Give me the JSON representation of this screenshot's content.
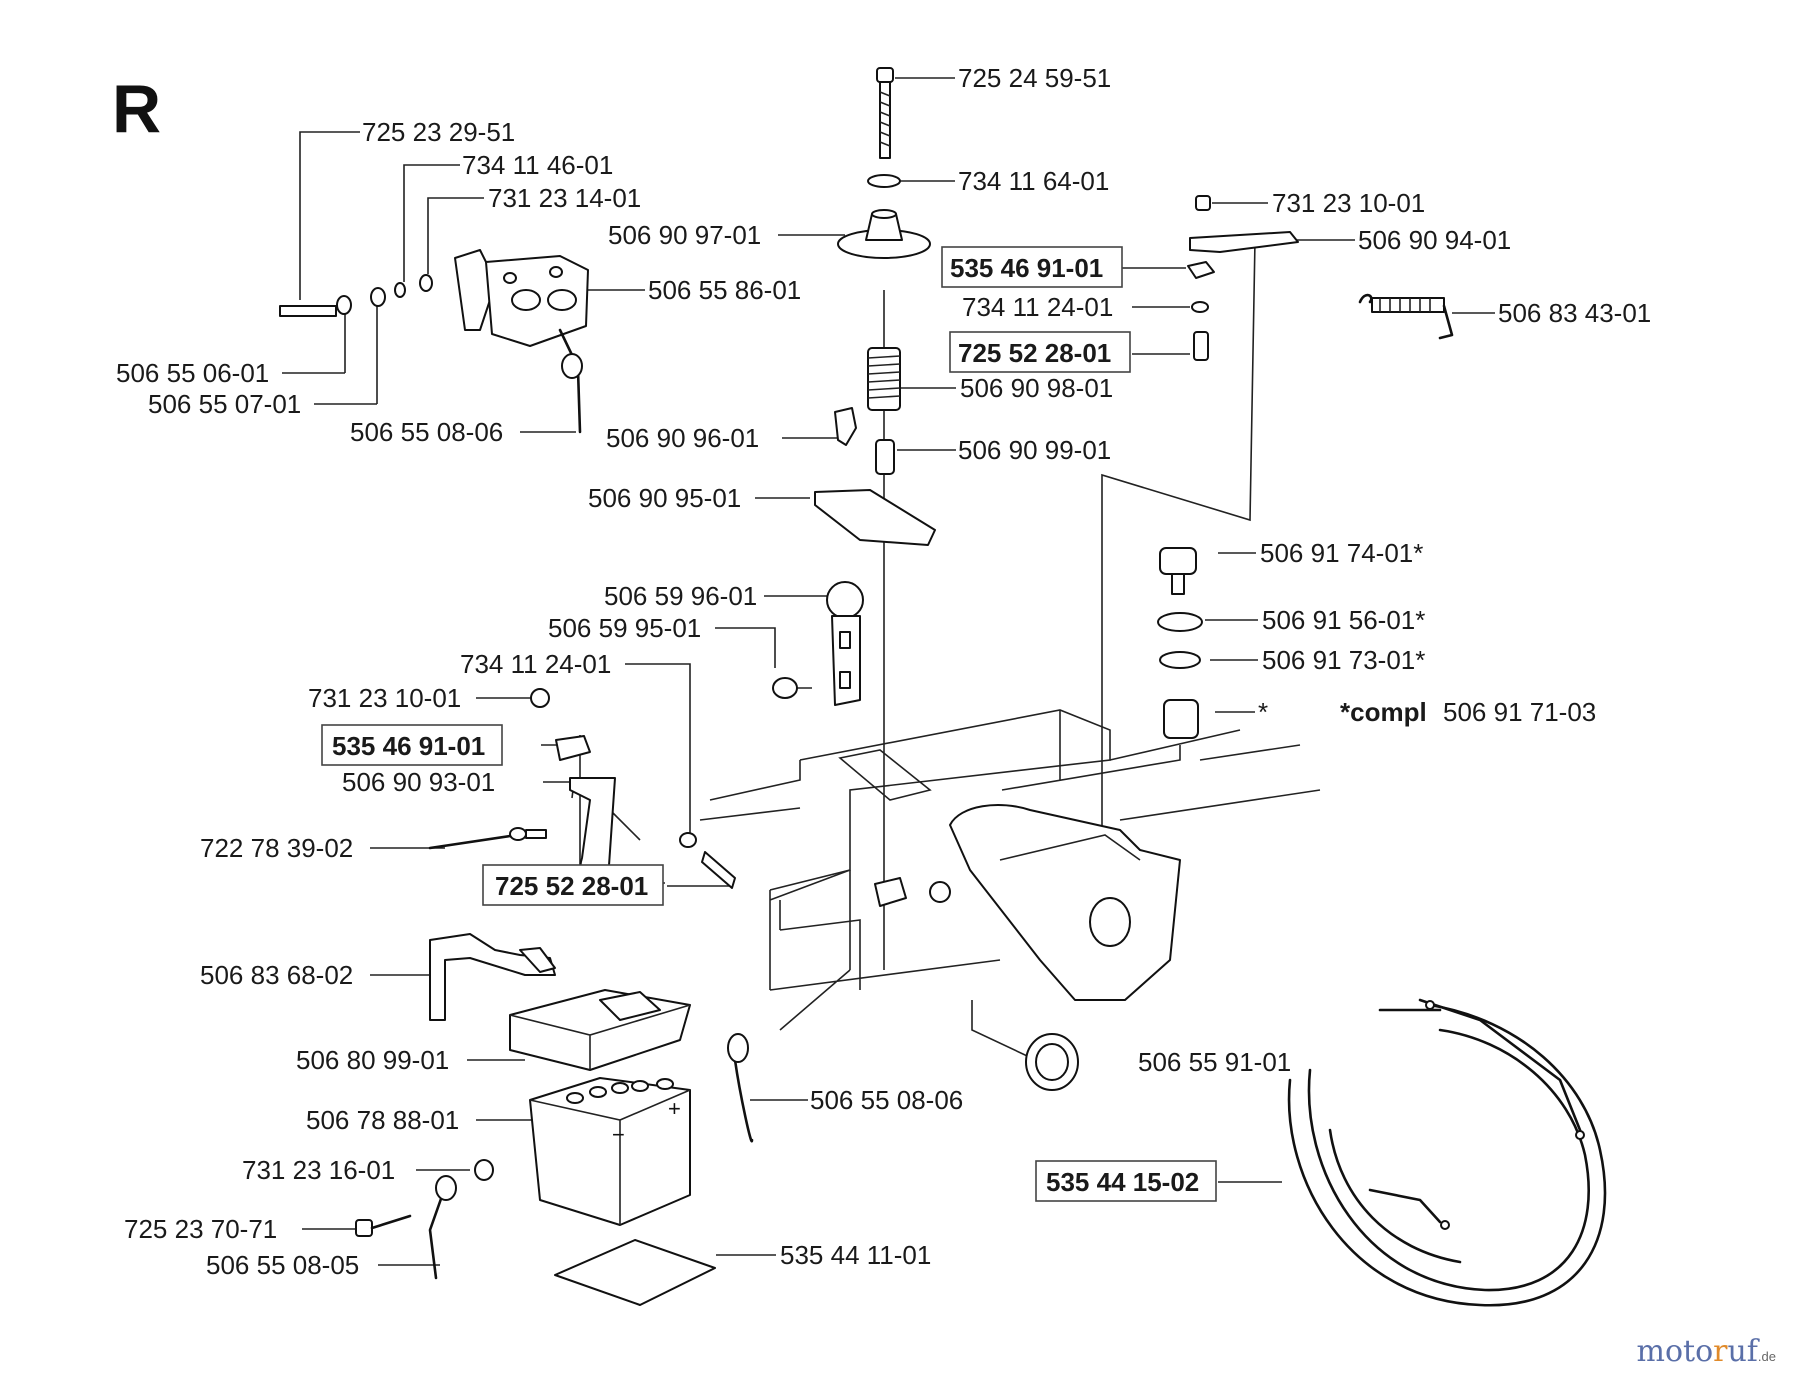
{
  "section_letter": "R",
  "labels": {
    "p1": "725 24 59-51",
    "p2": "734 11 64-01",
    "p3": "506 90 97-01",
    "p4": "725 23 29-51",
    "p5": "734 11 46-01",
    "p6": "731 23 14-01",
    "p7": "506 55 86-01",
    "p8": "506 55 06-01",
    "p9": "506 55 07-01",
    "p10": "506 55 08-06",
    "p11": "731 23 10-01",
    "p12": "506 90 94-01",
    "p13": "535 46 91-01",
    "p14": "734 11 24-01",
    "p15": "506 83 43-01",
    "p16": "725 52 28-01",
    "p17": "506 90 98-01",
    "p18": "506 90 96-01",
    "p19": "506 90 99-01",
    "p20": "506 90 95-01",
    "p21": "506 91 74-01*",
    "p22": "506 59 96-01",
    "p23": "506 59 95-01",
    "p24": "506 91 56-01*",
    "p25": "506 91 73-01*",
    "p26": "734 11 24-01",
    "p27": "731 23 10-01",
    "p28": "*",
    "p29_prefix": "*compl",
    "p29_value": "506 91 71-03",
    "p30": "535 46 91-01",
    "p31": "506 90 93-01",
    "p32": "722 78 39-02",
    "p33": "725 52 28-01",
    "p34": "506 83 68-02",
    "p35": "506 80 99-01",
    "p36": "506 55 91-01",
    "p37": "506 78 88-01",
    "p38": "506 55 08-06",
    "p39": "731 23 16-01",
    "p40": "535 44 15-02",
    "p41": "725 23 70-71",
    "p42": "506 55 08-05",
    "p43": "535 44 11-01"
  },
  "logo": {
    "part1": "moto",
    "part2": "r",
    "part3": "uf",
    "suffix": ".de"
  }
}
